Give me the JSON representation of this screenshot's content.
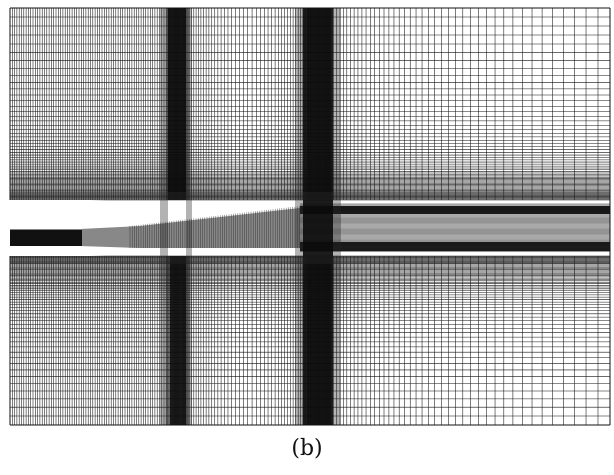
{
  "figure": {
    "caption": "(b)",
    "colors": {
      "line": "#111111",
      "background": "#ffffff",
      "dense": "#0b0b0b",
      "medium": "#262626"
    },
    "regions": [
      "upper-left-block",
      "upper-middle-block",
      "upper-right-block",
      "lower-left-block",
      "lower-middle-block",
      "lower-right-block",
      "wedge-gap-region",
      "wake-refinement-band",
      "vertical-refinement-column-left",
      "vertical-refinement-column-right"
    ]
  }
}
